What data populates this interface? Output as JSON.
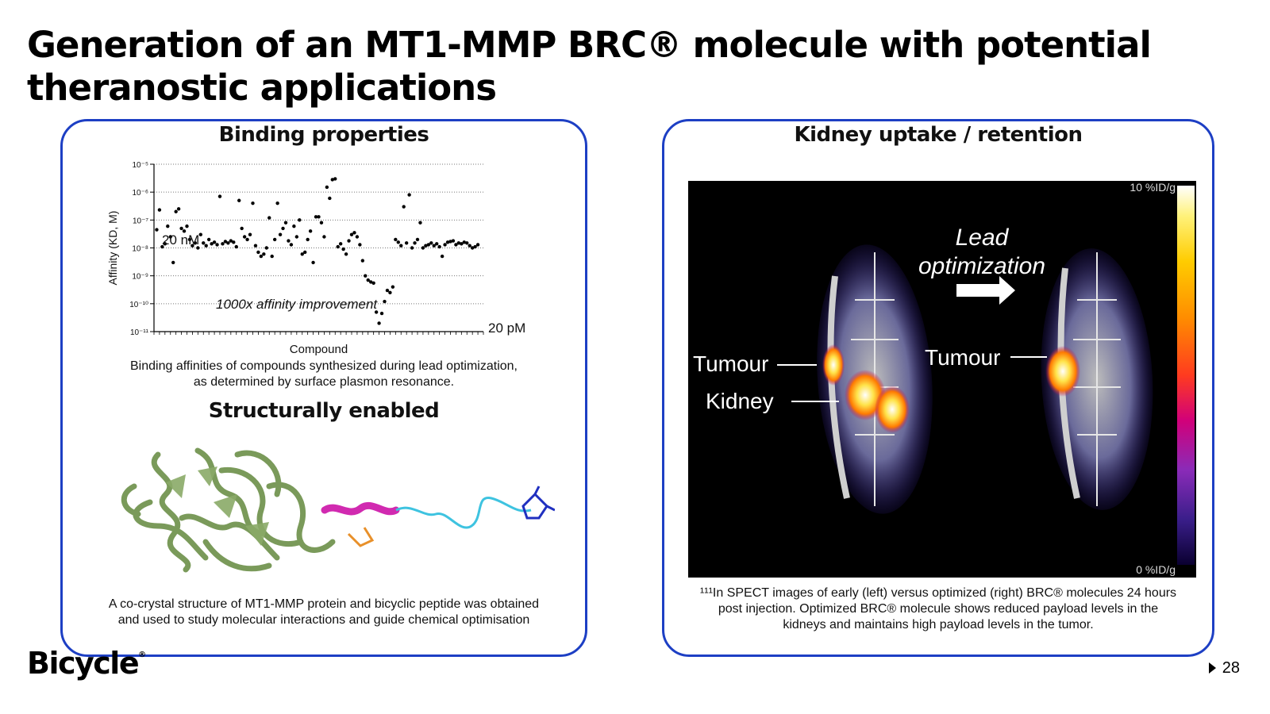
{
  "slide": {
    "title": "Generation of an MT1-MMP BRC® molecule with potential theranostic applications",
    "page_number": "28",
    "logo": "Bicycle",
    "logo_mark": "®",
    "accent_color": "#1d3fc4"
  },
  "left_panel": {
    "binding_title": "Binding properties",
    "binding_caption_line1": "Binding affinities of compounds synthesized during lead optimization,",
    "binding_caption_line2": "as determined by surface plasmon resonance.",
    "structure_title": "Structurally enabled",
    "structure_caption_line1": "A co-crystal structure of MT1-MMP protein and bicyclic peptide was obtained",
    "structure_caption_line2": "and used to study molecular interactions and guide chemical optimisation"
  },
  "right_panel": {
    "title": "Kidney uptake / retention",
    "label_tumour": "Tumour",
    "label_kidney": "Kidney",
    "lead_line1": "Lead",
    "lead_line2": "optimization",
    "scale_max": "10 %ID/g",
    "scale_min": "0 %ID/g",
    "caption_line1": "¹¹¹In SPECT images of early (left) versus optimized (right) BRC® molecules 24 hours",
    "caption_line2": "post injection. Optimized BRC® molecule shows reduced payload levels in the",
    "caption_line3": "kidneys and maintains high payload levels in the tumor."
  },
  "chart_data": {
    "type": "scatter",
    "title": "",
    "xlabel": "Compound",
    "ylabel": "Affinity (KD, M)",
    "y_scale": "log10",
    "ylim": [
      1e-11,
      1e-05
    ],
    "xlim": [
      0,
      120
    ],
    "yticks": [
      -11,
      -10,
      -9,
      -8,
      -7,
      -6,
      -5
    ],
    "ytick_labels": [
      "10⁻¹¹",
      "10⁻¹⁰",
      "10⁻⁹",
      "10⁻⁸",
      "10⁻⁷",
      "10⁻⁶",
      "10⁻⁵"
    ],
    "grid": "horizontal dotted",
    "annotations": [
      "20 nM",
      "1000x affinity improvement",
      "20 pM"
    ],
    "x": [
      1,
      2,
      3,
      4,
      5,
      6,
      7,
      8,
      9,
      10,
      11,
      12,
      13,
      14,
      15,
      16,
      17,
      18,
      19,
      20,
      21,
      22,
      23,
      24,
      25,
      26,
      27,
      28,
      29,
      30,
      31,
      32,
      33,
      34,
      35,
      36,
      37,
      38,
      39,
      40,
      41,
      42,
      43,
      44,
      45,
      46,
      47,
      48,
      49,
      50,
      51,
      52,
      53,
      54,
      55,
      56,
      57,
      58,
      59,
      60,
      61,
      62,
      63,
      64,
      65,
      66,
      67,
      68,
      69,
      70,
      71,
      72,
      73,
      74,
      75,
      76,
      77,
      78,
      79,
      80,
      81,
      82,
      83,
      84,
      85,
      86,
      87,
      88,
      89,
      90,
      91,
      92,
      93,
      94,
      95,
      96,
      97,
      98,
      99,
      100,
      101,
      102,
      103,
      104,
      105,
      106,
      107,
      108,
      109,
      110,
      111,
      112,
      113,
      114,
      115,
      116,
      117,
      118
    ],
    "y": [
      4.5e-08,
      2.3e-07,
      1.1e-08,
      1.4e-08,
      6e-08,
      2.5e-08,
      3e-09,
      2e-07,
      2.5e-07,
      5e-08,
      4e-08,
      6e-08,
      2e-08,
      1.2e-08,
      1.5e-08,
      1e-08,
      3e-08,
      1.5e-08,
      1.2e-08,
      2e-08,
      1.4e-08,
      1.6e-08,
      1.3e-08,
      7e-07,
      1.4e-08,
      1.7e-08,
      1.5e-08,
      1.8e-08,
      1.6e-08,
      1.1e-08,
      5e-07,
      5e-08,
      2.5e-08,
      2e-08,
      3e-08,
      4e-07,
      1.2e-08,
      7e-09,
      5e-09,
      6e-09,
      1e-08,
      1.2e-07,
      5e-09,
      2e-08,
      4e-07,
      3e-08,
      5e-08,
      8e-08,
      1.8e-08,
      1.3e-08,
      6e-08,
      2.5e-08,
      1e-07,
      6e-09,
      7e-09,
      2e-08,
      4e-08,
      3e-09,
      1.3e-07,
      1.3e-07,
      8e-08,
      2.5e-08,
      1.5e-06,
      6e-07,
      2.8e-06,
      3e-06,
      1.1e-08,
      1.4e-08,
      9e-09,
      6e-09,
      1.8e-08,
      3e-08,
      3.5e-08,
      2.5e-08,
      1.3e-08,
      3.5e-09,
      1e-09,
      7e-10,
      6e-10,
      5.5e-10,
      5e-11,
      2e-11,
      4.5e-11,
      1.2e-10,
      3e-10,
      2.5e-10,
      4e-10,
      2e-08,
      1.6e-08,
      1.2e-08,
      3e-07,
      1.5e-08,
      8e-07,
      1e-08,
      1.5e-08,
      2e-08,
      8e-08,
      1e-08,
      1.2e-08,
      1.3e-08,
      1.5e-08,
      1.2e-08,
      1.4e-08,
      1.1e-08,
      5e-09,
      1.3e-08,
      1.6e-08,
      1.7e-08,
      1.8e-08,
      1.3e-08,
      1.5e-08,
      1.4e-08,
      1.6e-08,
      1.5e-08,
      1.2e-08,
      1e-08,
      1.1e-08,
      1.3e-08
    ]
  }
}
